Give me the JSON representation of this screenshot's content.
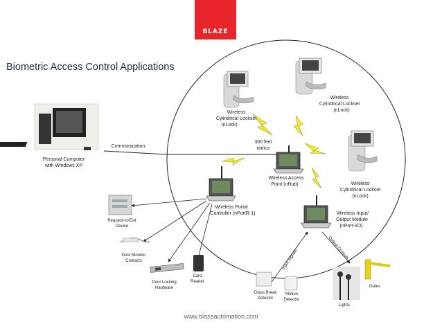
{
  "brand": {
    "logo_text": "BLAZE",
    "color": "#e8252b"
  },
  "title": "Biometric Access Control Applications",
  "footer": "www.blazeautomation.com",
  "diagram": {
    "range_label": [
      "300 feet",
      "radius"
    ],
    "pc_label": [
      "Personal Computer",
      "with Windows XP"
    ],
    "communication_label": "Communication",
    "lockset_top_left": [
      "Wireless",
      "Cylindrical Lockset",
      "(nLock)"
    ],
    "lockset_top_right": [
      "Wireless",
      "Cylindrical Lockset",
      "(nLock)"
    ],
    "lockset_right": [
      "Wireless",
      "Cylindrical Lockset",
      "(nLock)"
    ],
    "access_point": [
      "Wireless Access",
      "Point (nHub)"
    ],
    "portal_controller": [
      "Wireless Portal",
      "Controller (nPortR-1)"
    ],
    "io_module": [
      "Wireless Input/",
      "Output Module",
      "(nPort-I/O)"
    ],
    "rex_label": [
      "Request-to-Exit",
      "Device"
    ],
    "door_monitor_label": [
      "Door Monitor",
      "Contacts"
    ],
    "door_locking_label": [
      "Door Locking",
      "Hardware"
    ],
    "card_reader_label": [
      "Card",
      "Reader"
    ],
    "glass_break_label": [
      "Glass Break",
      "Detector"
    ],
    "motion_label": [
      "Motion",
      "Detector"
    ],
    "lights_label": "Lights",
    "gates_label": "Gates",
    "input_signals": "Input Signals",
    "output_controls": "Output Controls"
  }
}
